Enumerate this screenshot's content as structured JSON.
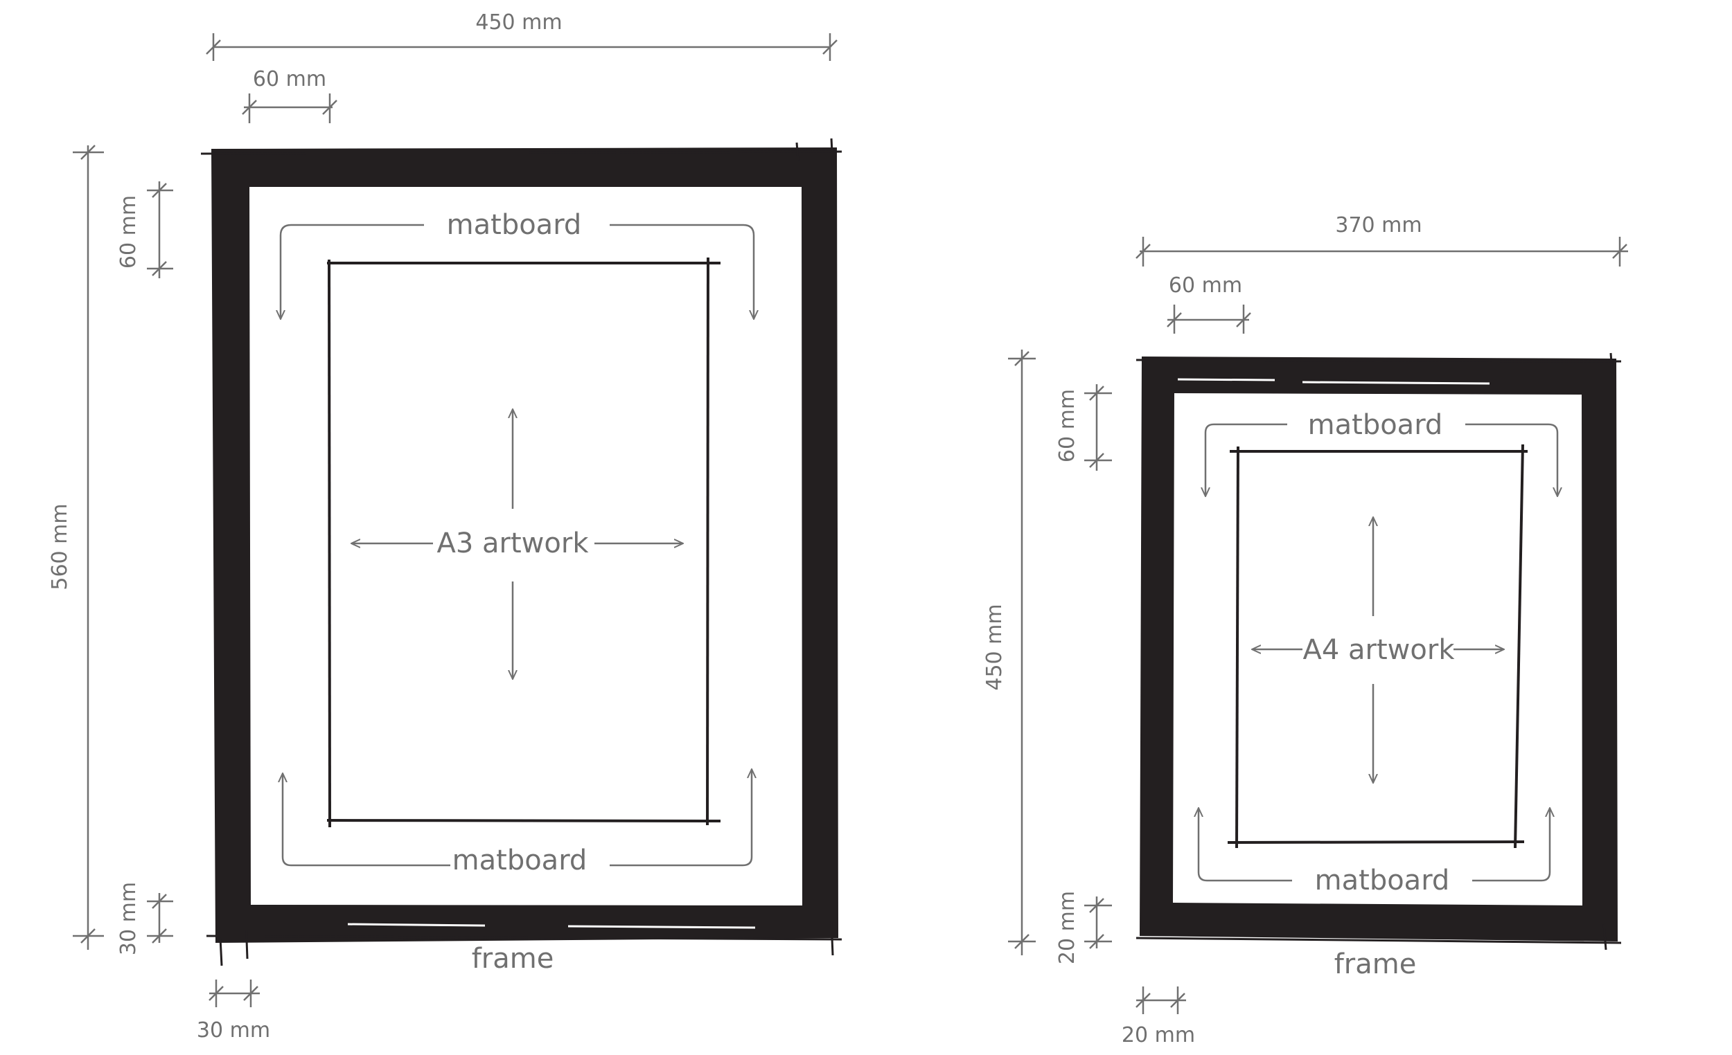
{
  "colors": {
    "frame": "#231f20",
    "annotation": "#707070",
    "background": "#ffffff"
  },
  "a3": {
    "width_dim": "450 mm",
    "height_dim": "560 mm",
    "mat_width_dim": "60 mm",
    "mat_height_dim": "60 mm",
    "frame_height_dim": "30 mm",
    "frame_width_dim": "30 mm",
    "mat_top_label": "matboard",
    "mat_bottom_label": "matboard",
    "artwork_label": "A3 artwork",
    "frame_label": "frame"
  },
  "a4": {
    "width_dim": "370 mm",
    "height_dim": "450 mm",
    "mat_width_dim": "60 mm",
    "mat_height_dim": "60 mm",
    "frame_height_dim": "20 mm",
    "frame_width_dim": "20 mm",
    "mat_top_label": "matboard",
    "mat_bottom_label": "matboard",
    "artwork_label": "A4 artwork",
    "frame_label": "frame"
  }
}
